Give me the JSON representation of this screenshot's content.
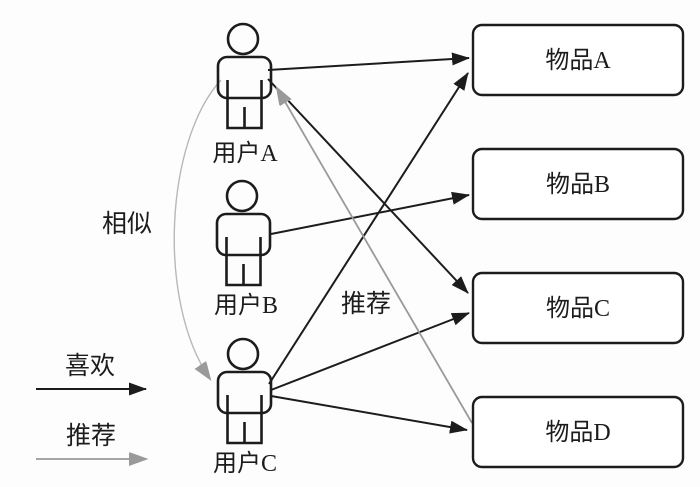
{
  "diagram": {
    "users": [
      {
        "label": "用户A"
      },
      {
        "label": "用户B"
      },
      {
        "label": "用户C"
      }
    ],
    "items": [
      {
        "label": "物品A"
      },
      {
        "label": "物品B"
      },
      {
        "label": "物品C"
      },
      {
        "label": "物品D"
      }
    ],
    "annotations": {
      "similar": "相似",
      "recommend": "推荐"
    },
    "legend": {
      "like": "喜欢",
      "recommend": "推荐"
    },
    "edges": [
      {
        "from": "用户A",
        "to": "物品A",
        "type": "喜欢"
      },
      {
        "from": "用户A",
        "to": "物品C",
        "type": "喜欢"
      },
      {
        "from": "用户B",
        "to": "物品B",
        "type": "喜欢"
      },
      {
        "from": "用户C",
        "to": "物品A",
        "type": "喜欢"
      },
      {
        "from": "用户C",
        "to": "物品C",
        "type": "喜欢"
      },
      {
        "from": "用户C",
        "to": "物品D",
        "type": "喜欢"
      },
      {
        "from": "物品D",
        "to": "用户A",
        "type": "推荐"
      },
      {
        "from": "用户A",
        "to": "用户C",
        "type": "相似"
      }
    ],
    "colors": {
      "line": "#1c1c1c",
      "gray": "#9a9a9a",
      "gray_light": "#b8b8b8",
      "background": "#fdfdfd",
      "box_fill": "#ffffff"
    }
  }
}
